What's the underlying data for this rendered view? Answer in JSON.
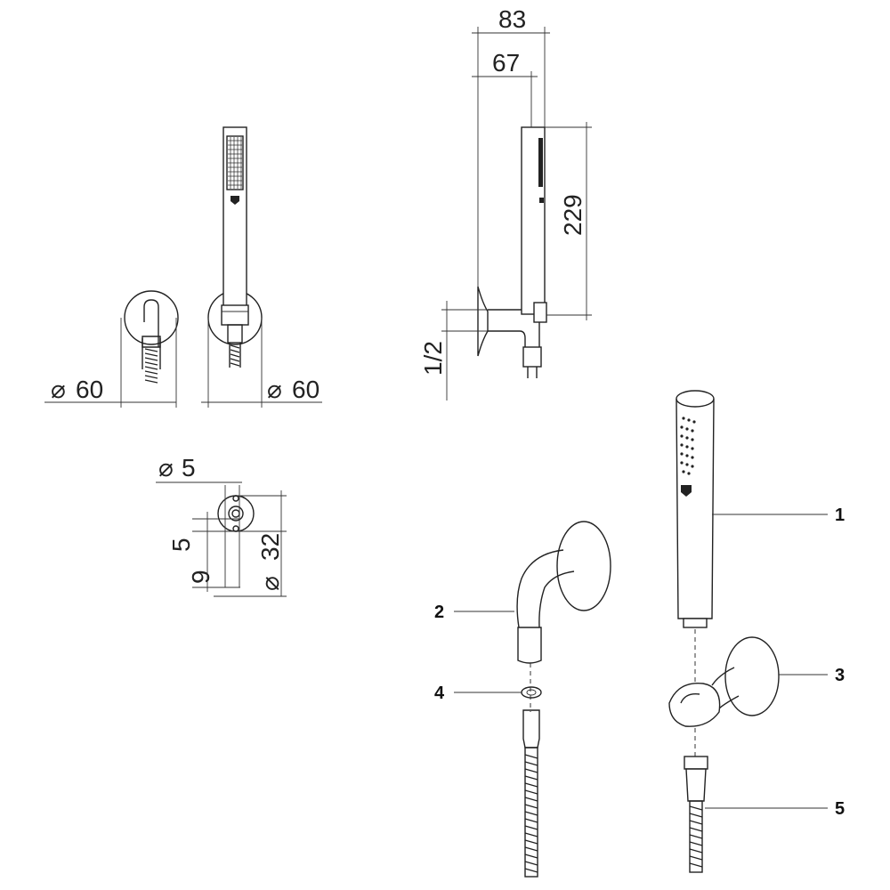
{
  "views": {
    "front": {
      "dim_left_diameter": "60",
      "dim_right_diameter": "60"
    },
    "side": {
      "dim_total_width": "83",
      "dim_inner_width": "67",
      "dim_height": "229",
      "dim_thread": "1/2"
    },
    "plan": {
      "dim_hole_diameter": "5",
      "dim_offset_a": "5",
      "dim_offset_b": "9",
      "dim_flange_diameter": "32"
    }
  },
  "symbols": {
    "diameter": "⌀"
  },
  "parts": [
    {
      "number": "1",
      "name": "hand-shower"
    },
    {
      "number": "2",
      "name": "wall-elbow"
    },
    {
      "number": "3",
      "name": "wall-bracket"
    },
    {
      "number": "4",
      "name": "washer"
    },
    {
      "number": "5",
      "name": "shower-hose"
    }
  ]
}
